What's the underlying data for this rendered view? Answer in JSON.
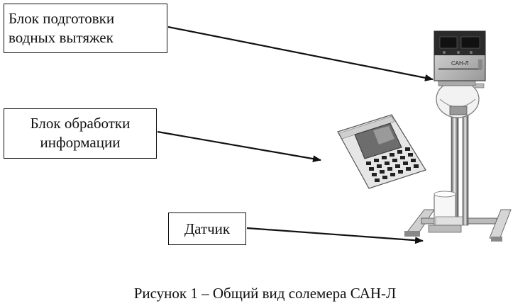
{
  "labels": {
    "prep_unit": [
      "Блок подготовки",
      "водных вытяжек"
    ],
    "processing_unit": [
      "Блок обработки",
      "информации"
    ],
    "sensor": "Датчик"
  },
  "device": {
    "model_label": "САН-Л"
  },
  "caption": "Рисунок 1 – Общий вид солемера САН-Л"
}
